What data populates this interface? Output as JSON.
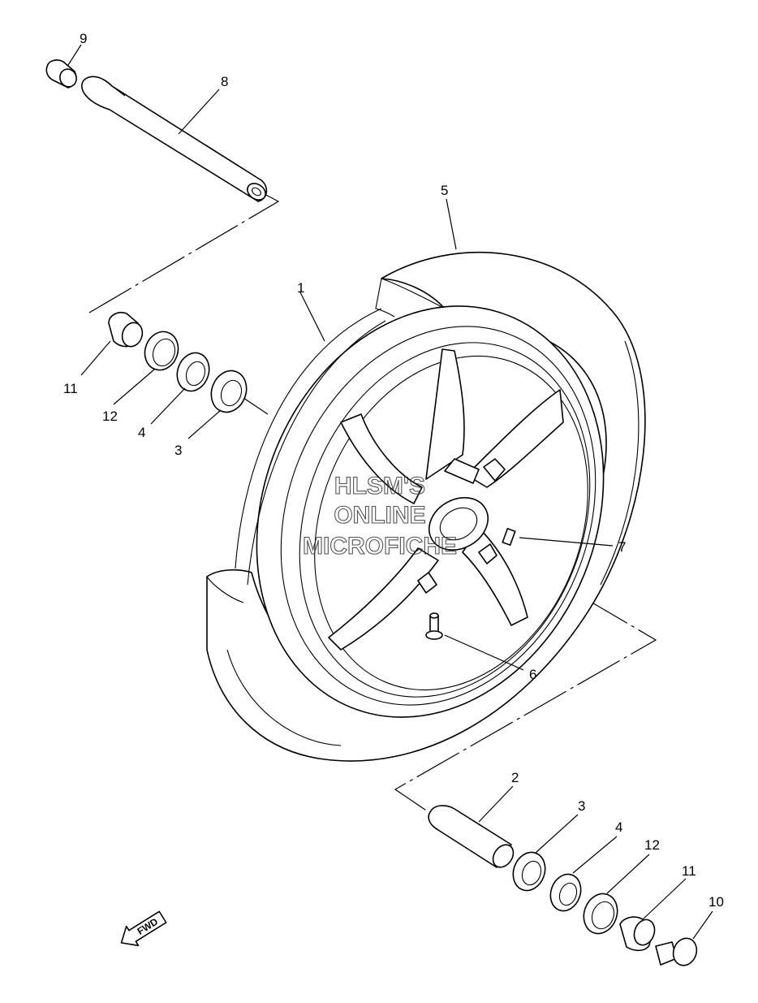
{
  "callouts": {
    "p1": "1",
    "p2": "2",
    "p3a": "3",
    "p3b": "3",
    "p4a": "4",
    "p4b": "4",
    "p5": "5",
    "p6": "6",
    "p7": "7",
    "p8": "8",
    "p9": "9",
    "p10": "10",
    "p11a": "11",
    "p11b": "11",
    "p12a": "12",
    "p12b": "12"
  },
  "watermark": {
    "line1": "HLSM'S",
    "line2": "ONLINE",
    "line3": "MICROFICHE"
  },
  "direction_label": "FWD"
}
